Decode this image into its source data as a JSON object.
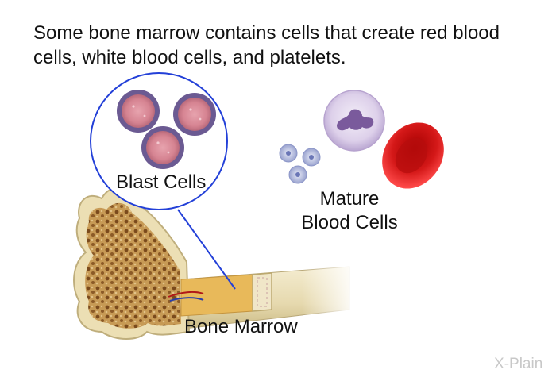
{
  "caption": "Some bone marrow contains cells that create red blood cells, white blood cells, and platelets.",
  "labels": {
    "blast_cells": "Blast Cells",
    "mature_line1": "Mature",
    "mature_line2": "Blood Cells",
    "bone_marrow": "Bone Marrow"
  },
  "brand": {
    "mark": "X",
    "text": "-Plain"
  },
  "colors": {
    "circle_outline": "#2340d8",
    "red_blood_cell": "#d41818",
    "bone": "#e9dcb0",
    "marrow": "#e8b95a"
  }
}
